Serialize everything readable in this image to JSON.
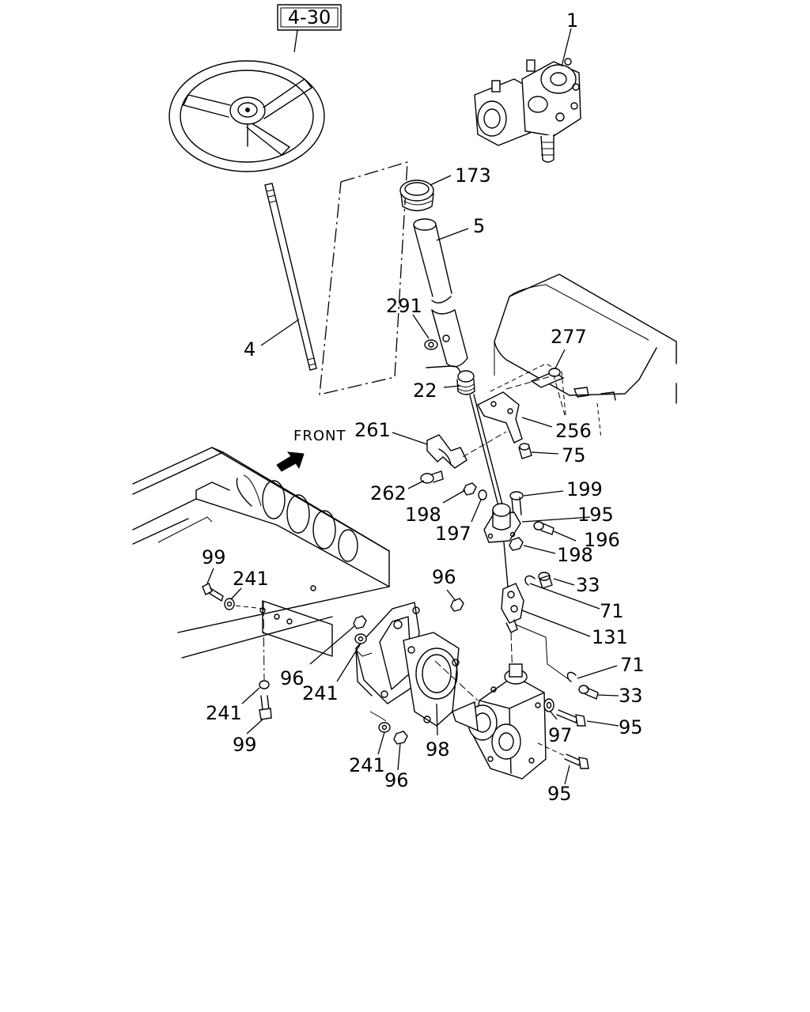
{
  "page_ref": "4-30",
  "front_label": "FRONT",
  "callouts": [
    {
      "id": "c1",
      "text": "1"
    },
    {
      "id": "c173",
      "text": "173"
    },
    {
      "id": "c5",
      "text": "5"
    },
    {
      "id": "c291",
      "text": "291"
    },
    {
      "id": "c4",
      "text": "4"
    },
    {
      "id": "c277",
      "text": "277"
    },
    {
      "id": "c22",
      "text": "22"
    },
    {
      "id": "c256",
      "text": "256"
    },
    {
      "id": "c261",
      "text": "261"
    },
    {
      "id": "c75",
      "text": "75"
    },
    {
      "id": "c262",
      "text": "262"
    },
    {
      "id": "c199",
      "text": "199"
    },
    {
      "id": "c198a",
      "text": "198"
    },
    {
      "id": "c195",
      "text": "195"
    },
    {
      "id": "c197",
      "text": "197"
    },
    {
      "id": "c196",
      "text": "196"
    },
    {
      "id": "c198b",
      "text": "198"
    },
    {
      "id": "c99a",
      "text": "99"
    },
    {
      "id": "c241a",
      "text": "241"
    },
    {
      "id": "c96a",
      "text": "96"
    },
    {
      "id": "c33a",
      "text": "33"
    },
    {
      "id": "c71a",
      "text": "71"
    },
    {
      "id": "c131",
      "text": "131"
    },
    {
      "id": "c96b",
      "text": "96"
    },
    {
      "id": "c241b",
      "text": "241"
    },
    {
      "id": "c71b",
      "text": "71"
    },
    {
      "id": "c33b",
      "text": "33"
    },
    {
      "id": "c241c",
      "text": "241"
    },
    {
      "id": "c95a",
      "text": "95"
    },
    {
      "id": "c97",
      "text": "97"
    },
    {
      "id": "c99b",
      "text": "99"
    },
    {
      "id": "c98",
      "text": "98"
    },
    {
      "id": "c241d",
      "text": "241"
    },
    {
      "id": "c96c",
      "text": "96"
    },
    {
      "id": "c95b",
      "text": "95"
    }
  ]
}
